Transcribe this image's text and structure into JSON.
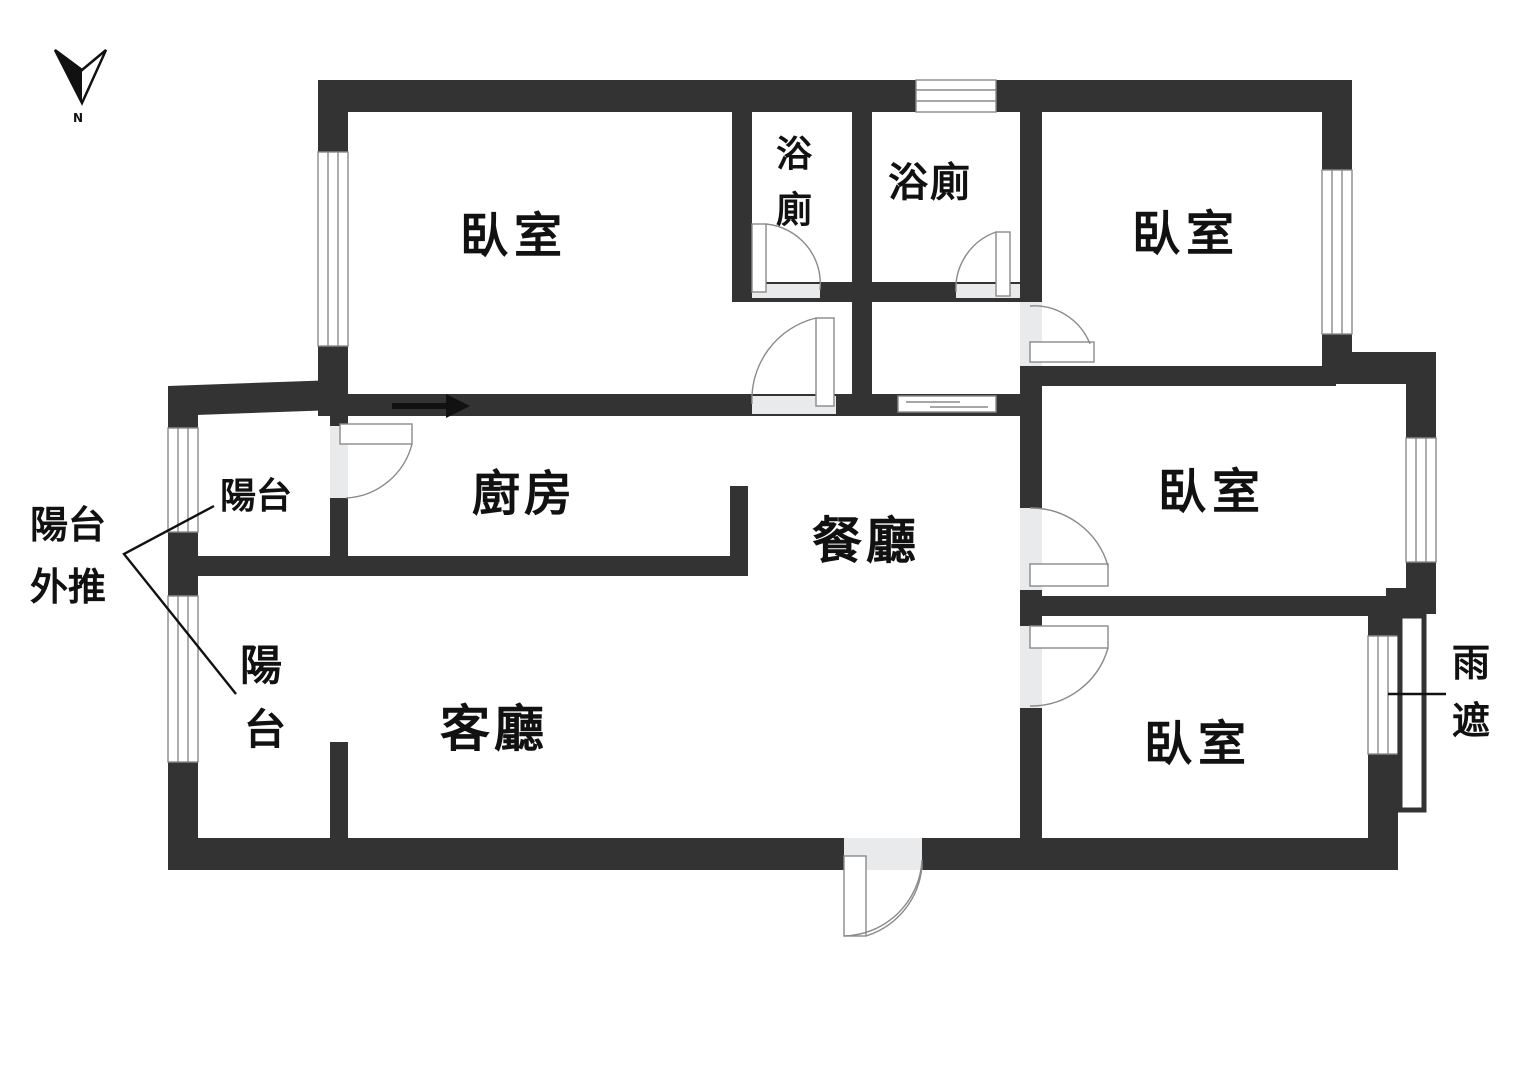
{
  "compass": {
    "letter": "N"
  },
  "rooms": {
    "bedroom_nw": "臥室",
    "bath_1_line1": "浴",
    "bath_1_line2": "廁",
    "bath_2": "浴廁",
    "bedroom_ne": "臥室",
    "balcony_small": "陽台",
    "kitchen": "廚房",
    "dining": "餐廳",
    "bedroom_e": "臥室",
    "balcony_west_line1": "陽",
    "balcony_west_line2": "台",
    "living": "客廳",
    "bedroom_se": "臥室"
  },
  "annotations": {
    "balcony_out_line1": "陽台",
    "balcony_out_line2": "外推",
    "canopy_line1": "雨",
    "canopy_line2": "遮"
  }
}
